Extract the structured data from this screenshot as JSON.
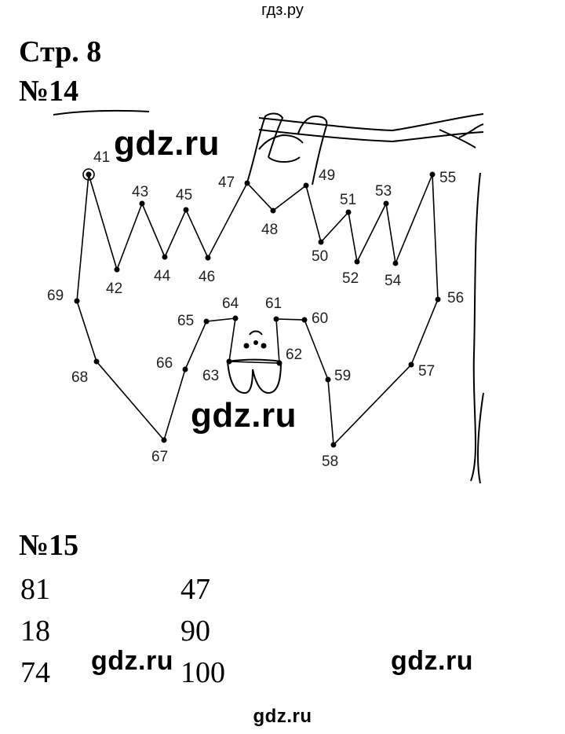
{
  "header": {
    "site_name": "гдз.ру"
  },
  "page_title": "Стр. 8",
  "task14": {
    "label": "№14",
    "dot_labels": [
      "41",
      "42",
      "43",
      "44",
      "45",
      "46",
      "47",
      "48",
      "49",
      "50",
      "51",
      "52",
      "53",
      "54",
      "55",
      "56",
      "57",
      "58",
      "59",
      "60",
      "61",
      "62",
      "63",
      "64",
      "65",
      "66",
      "67",
      "68",
      "69"
    ]
  },
  "task15": {
    "label": "№15",
    "rows": [
      {
        "a": "81",
        "b": "47"
      },
      {
        "a": "18",
        "b": "90"
      },
      {
        "a": "74",
        "b": "100"
      }
    ]
  },
  "watermarks": {
    "wm1": "gdz.ru",
    "wm2": "gdz.ru",
    "wm3": "gdz.ru",
    "wm4": "gdz.ru",
    "wm5": "gdz.ru"
  }
}
